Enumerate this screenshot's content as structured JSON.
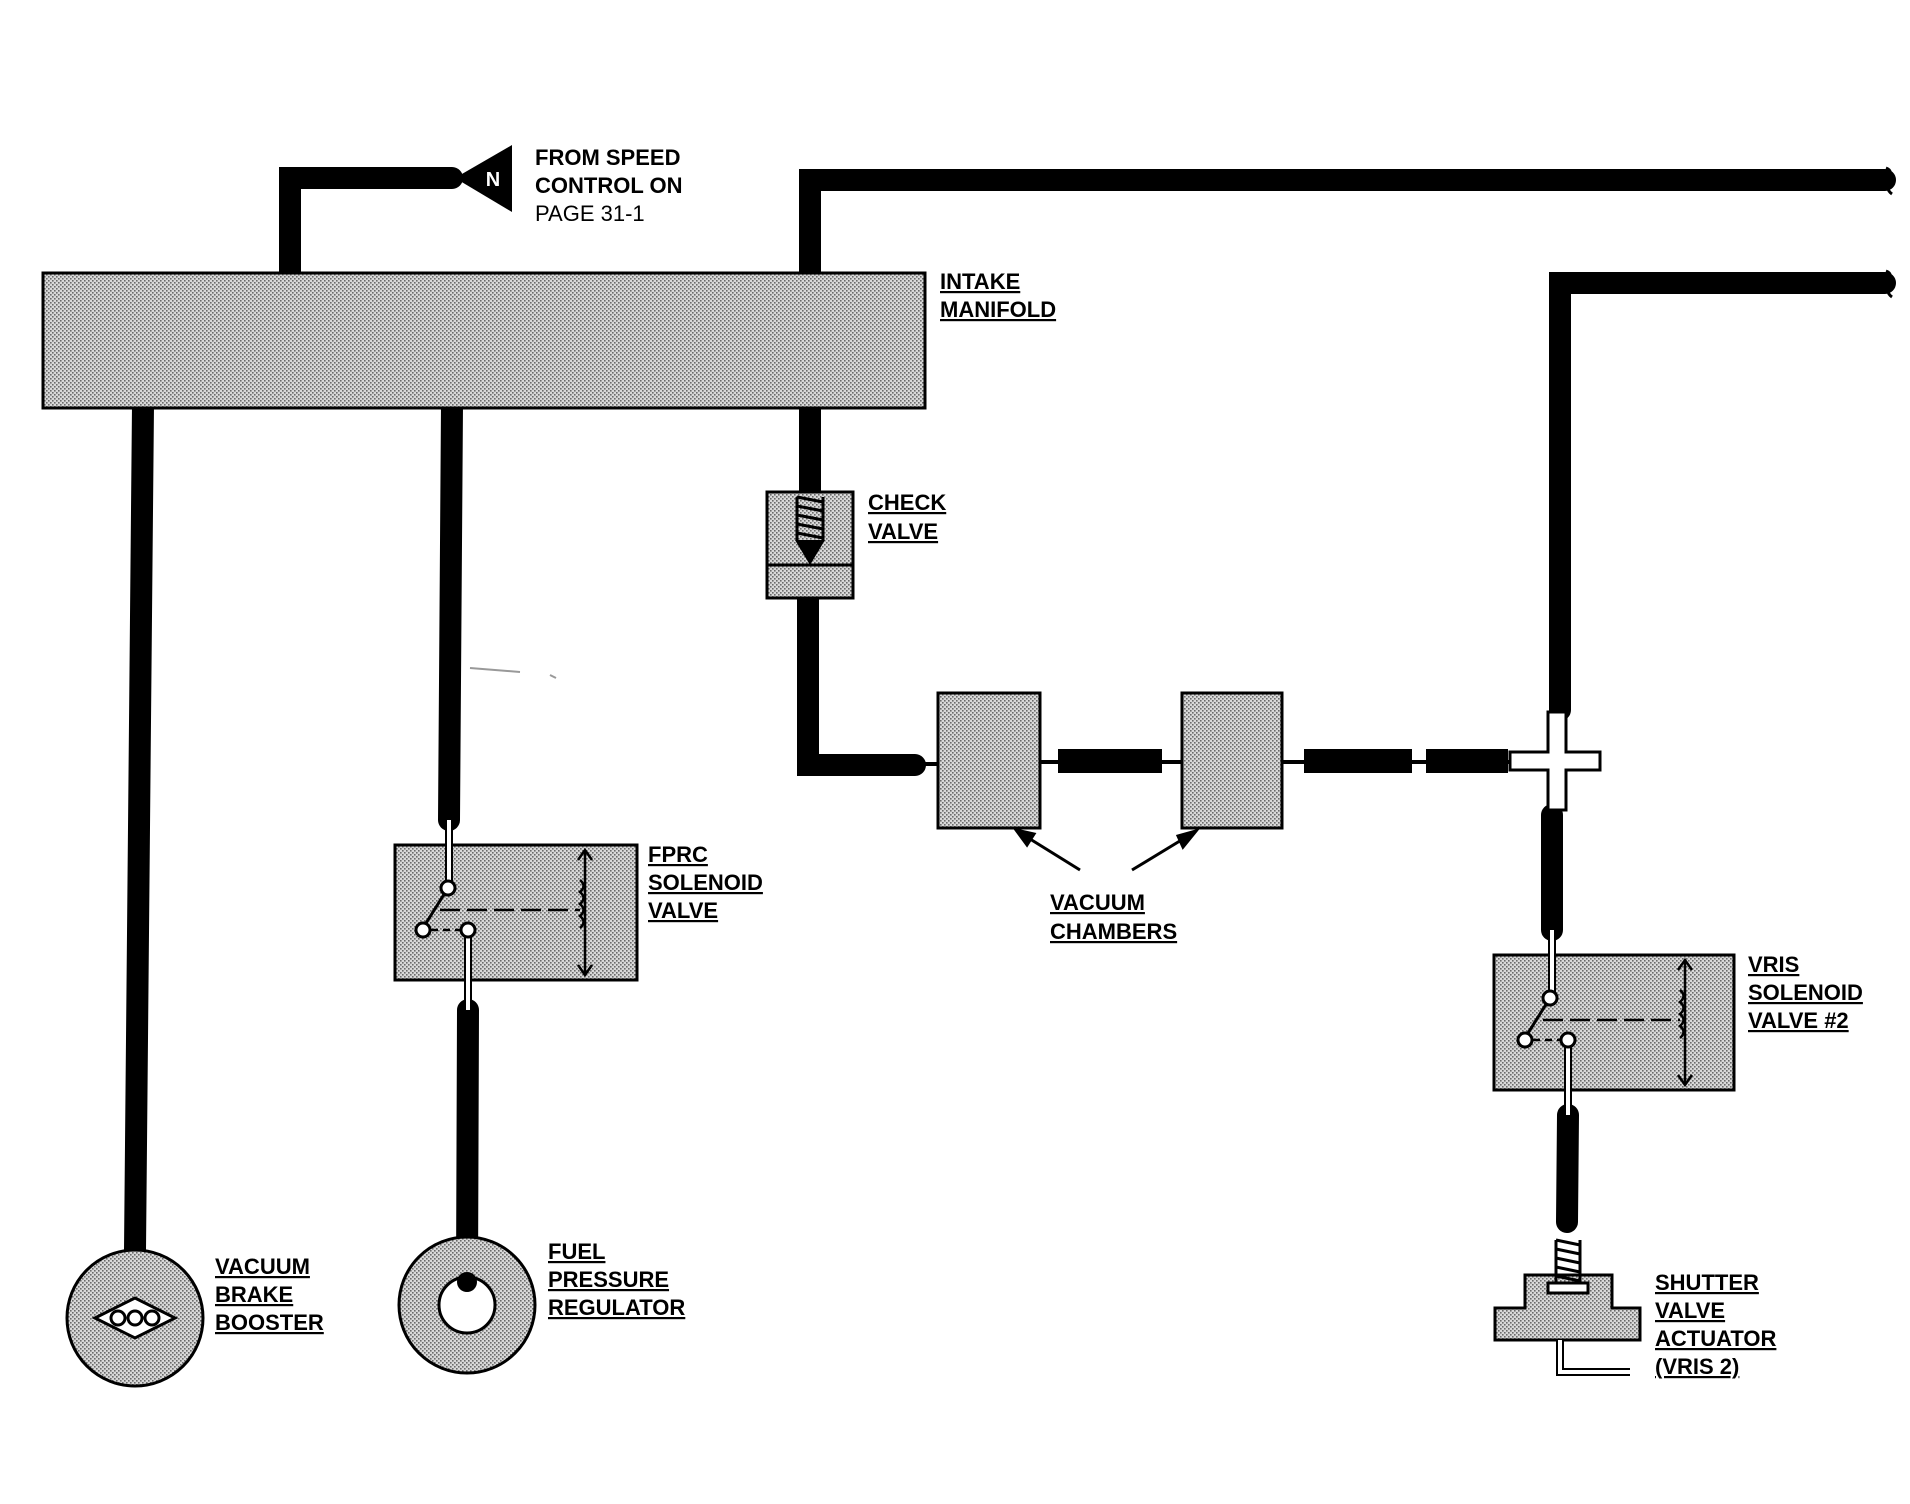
{
  "diagram": {
    "colors": {
      "ink": "#000000",
      "shade": "#c9c9c9",
      "paper": "#ffffff"
    },
    "connector_letter": "N",
    "labels": {
      "speed_control": [
        "FROM SPEED",
        "CONTROL ON",
        "PAGE 31-1"
      ],
      "intake_manifold": [
        "INTAKE",
        "MANIFOLD"
      ],
      "check_valve": [
        "CHECK",
        "VALVE"
      ],
      "fprc_solenoid_valve": [
        "FPRC",
        "SOLENOID",
        "VALVE"
      ],
      "vacuum_chambers": [
        "VACUUM",
        "CHAMBERS"
      ],
      "vris_solenoid_valve": [
        "VRIS",
        "SOLENOID",
        "VALVE #2"
      ],
      "vacuum_brake_booster": [
        "VACUUM",
        "BRAKE",
        "BOOSTER"
      ],
      "fuel_pressure_regulator": [
        "FUEL",
        "PRESSURE",
        "REGULATOR"
      ],
      "shutter_valve_actuator": [
        "SHUTTER",
        "VALVE",
        "ACTUATOR",
        "(VRIS 2)"
      ]
    }
  }
}
